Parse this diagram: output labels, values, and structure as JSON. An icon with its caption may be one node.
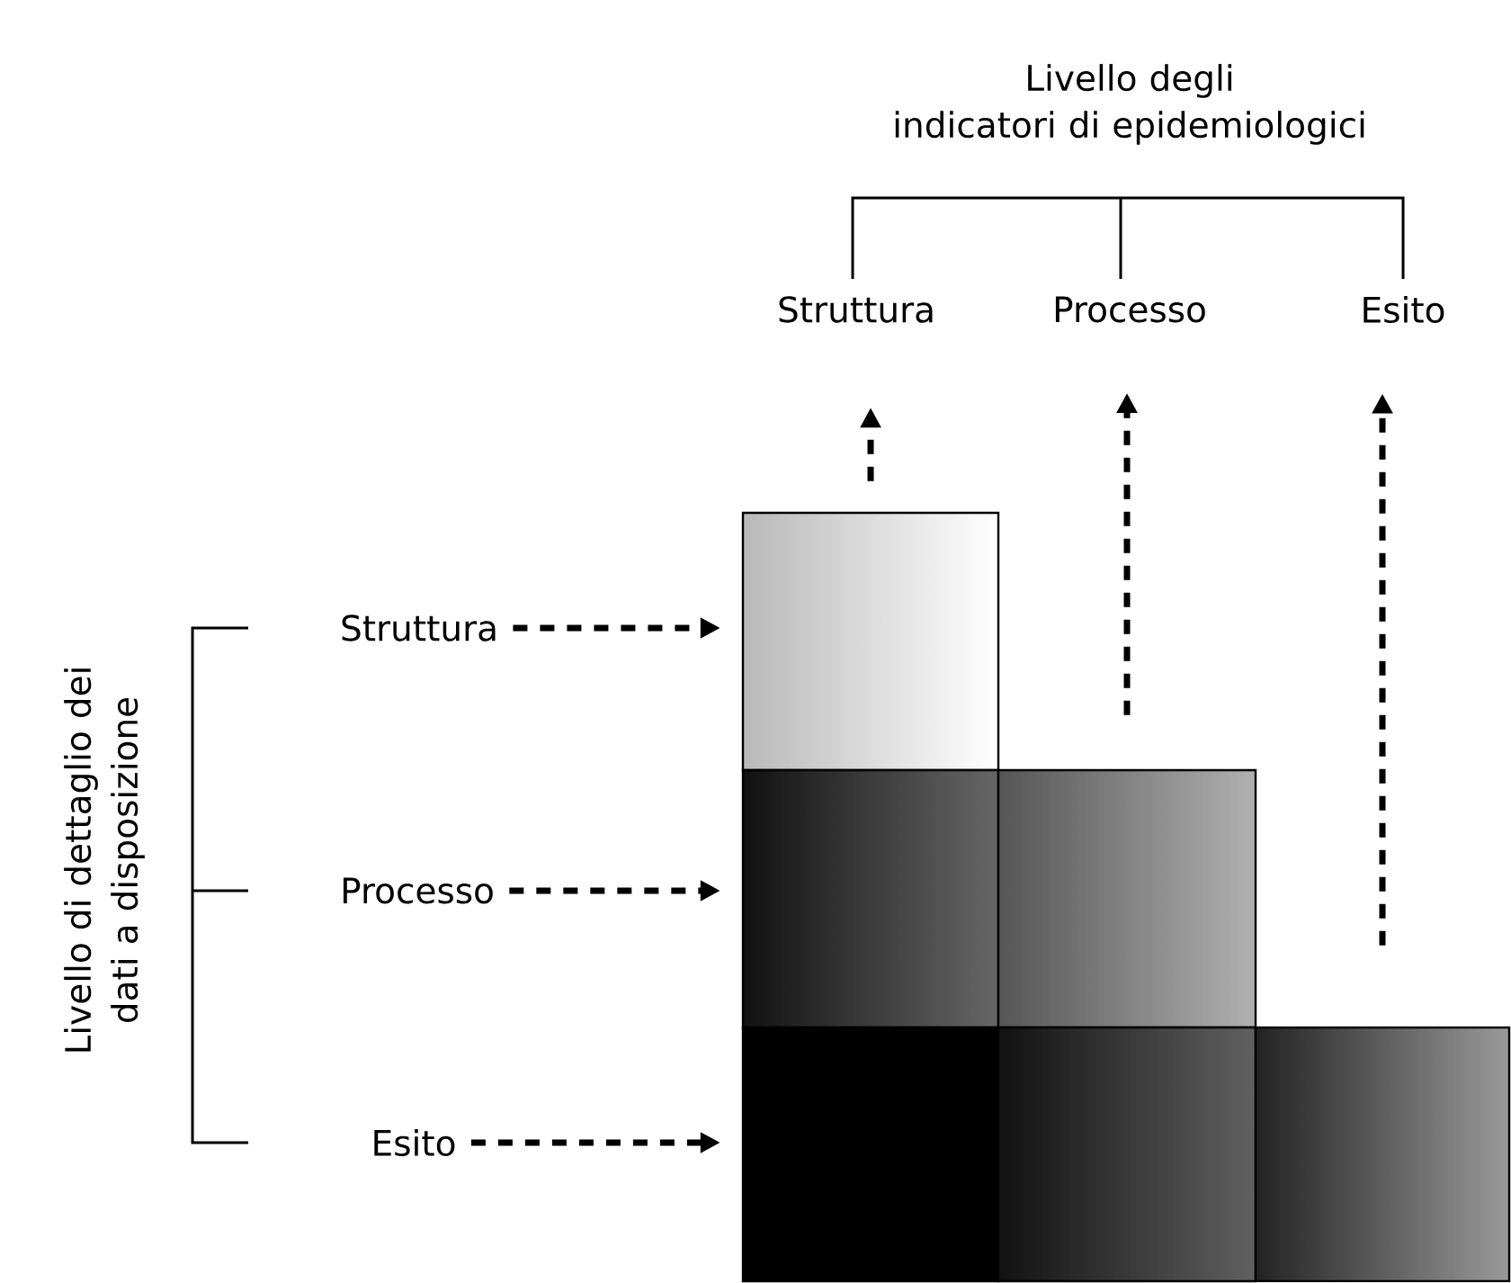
{
  "diagram": {
    "nodes": [
      {
        "text": [
          "Struttura"
        ]
      },
      {
        "text": [
          "Processo"
        ]
      },
      {
        "text": [
          "Esito"
        ]
      },
      {
        "text": [
          "Struttura"
        ]
      },
      {
        "text": [],
        "shape": "box"
      },
      {
        "text": [
          "Processo"
        ]
      },
      {
        "text": [],
        "shape": "box"
      },
      {
        "text": [],
        "shape": "box"
      },
      {
        "text": [
          "Esito"
        ]
      },
      {
        "text": [],
        "shape": "box"
      },
      {
        "text": [],
        "shape": "box"
      },
      {
        "text": [],
        "shape": "box"
      }
    ],
    "edges": [
      {
        "from": 4,
        "to": 0,
        "arrow": "to",
        "style": "dashed"
      },
      {
        "from": 7,
        "to": 1,
        "arrow": "to",
        "style": "dashed"
      },
      {
        "from": 11,
        "to": 2,
        "arrow": "to",
        "style": "dashed"
      },
      {
        "from": 3,
        "to": 4,
        "arrow": "to",
        "style": "dashed"
      },
      {
        "from": 5,
        "to": 6,
        "arrow": "to",
        "style": "dashed"
      },
      {
        "from": 8,
        "to": 9,
        "arrow": "to",
        "style": "dashed"
      }
    ],
    "labels": [
      "Livello degli indicatori di epidemiologici",
      "Livello di dettaglio dei dati a disposizione"
    ]
  }
}
